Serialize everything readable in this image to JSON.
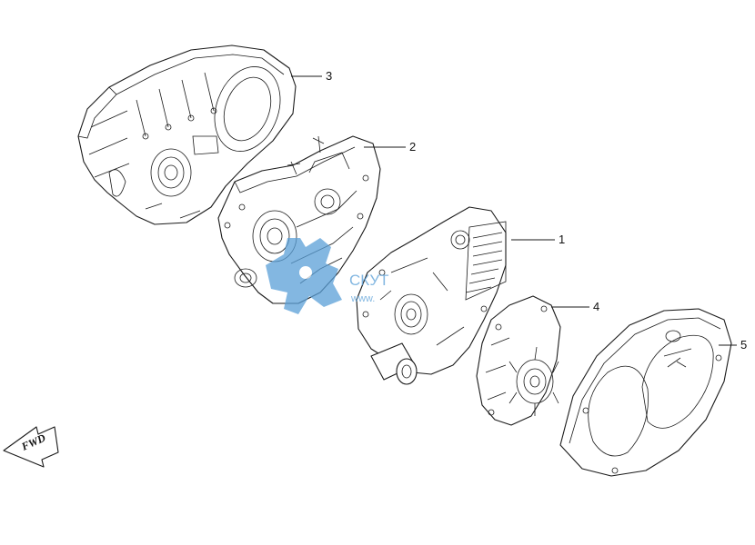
{
  "callouts": [
    {
      "id": "1",
      "label": "1"
    },
    {
      "id": "2",
      "label": "2"
    },
    {
      "id": "3",
      "label": "3"
    },
    {
      "id": "4",
      "label": "4"
    },
    {
      "id": "5",
      "label": "5"
    }
  ],
  "fwd_marker": {
    "label": "FWD",
    "icon": "forward-arrow-icon"
  },
  "watermark": {
    "line1": "СКУТ",
    "line2": "www.",
    "logo_icon": "watermark-logo-icon",
    "color": "#5aa0d8"
  },
  "colors": {
    "line": "#1a1a1a",
    "background": "#ffffff"
  }
}
